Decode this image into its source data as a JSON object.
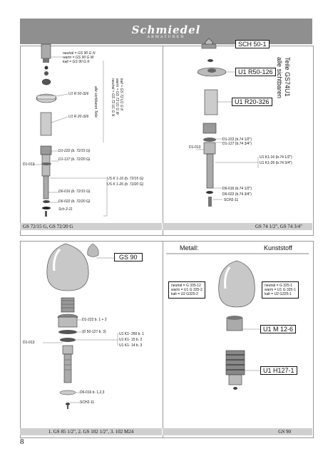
{
  "header": {
    "brand": "Schmiedel",
    "brand_sub": "ARMATUREN"
  },
  "panel1": {
    "label_d1": "D1-013",
    "lines": [
      "neutral = GS 90 G N",
      "warm = GS 90 G W",
      "kalt = GS 90 G K"
    ],
    "rotated": "alle sichtbaren Teile",
    "rotated_codes": [
      "neutral = GS 72 U1 G N",
      "warm = GS 72 U1 G W",
      "kalt = GS 72 U1 G K"
    ],
    "u1r50": "U1 R 50-326",
    "u1r20": "U1 R 20-326",
    "d1222": "D1-222 (b. 72/15 G)",
    "d1127": "D1-127 (b. 72/20 G)",
    "usk116": "US K 1-16 (b. 72/15 G)",
    "usk126": "US K 1-26 (b. 72/20 G)",
    "d6016": "D6-016 (b. 72/15 G)",
    "d6022": "D6-022 (b. 72/20 G)",
    "sch": "Sch 2-11",
    "caption": "GS 72/15 G, GS 72/20 G"
  },
  "panel2": {
    "sch50": "SCH 50-1",
    "u1r50": "U1 R50-126",
    "u1r20": "U1 R20-326",
    "rotated": [
      "alle sichtbaren",
      "Teile GS74U1"
    ],
    "d1222": "D1-222 (b.74 1/2\")",
    "d1127": "D1-127 (b.74 3/4\")",
    "label_d1": "D1-013",
    "u1k116": "U1 K1-16 (b.74 1/2\")",
    "u1k126": "U1 K1-26 (b.74 3/4\")",
    "d6016": "D6-016 (b.74 1/2\")",
    "d6022": "D6-022 (b.74 3/4\")",
    "sch": "SCH2-11",
    "caption": "GS 74 1/2\", GS 74 3/4\""
  },
  "panel3": {
    "gs90": "GS 90",
    "d1222": "D1-222  b. 1 + 2",
    "d50": "(D 50-127 b. 3)",
    "u1250": "U1 K1- 250 b. 1",
    "u115": "U1 K1- 15  b. 2",
    "u114": "U1 K1- 14  b. 3",
    "label_d1": "D1-013",
    "d6016": "D6-016 b. 1,2,3",
    "sch": "SCH2-11",
    "caption": "1. GS 85 1/2\", 2. GS 102 1/2\", 3. 102 M24"
  },
  "panel4": {
    "metall": "Metall:",
    "kunststoff": "Kunststoff",
    "left": [
      "neutral = G 335-12",
      "warm = U1 G 325-2",
      "kalt = U2 G325-2"
    ],
    "right": [
      "neutral = G 325-1",
      "warm = U1 G 325-1",
      "kalt = U2 G325-1"
    ],
    "m126": "U1 M 12-6",
    "h127": "U1 H127-1",
    "caption": "GS 90"
  },
  "page_number": "8"
}
